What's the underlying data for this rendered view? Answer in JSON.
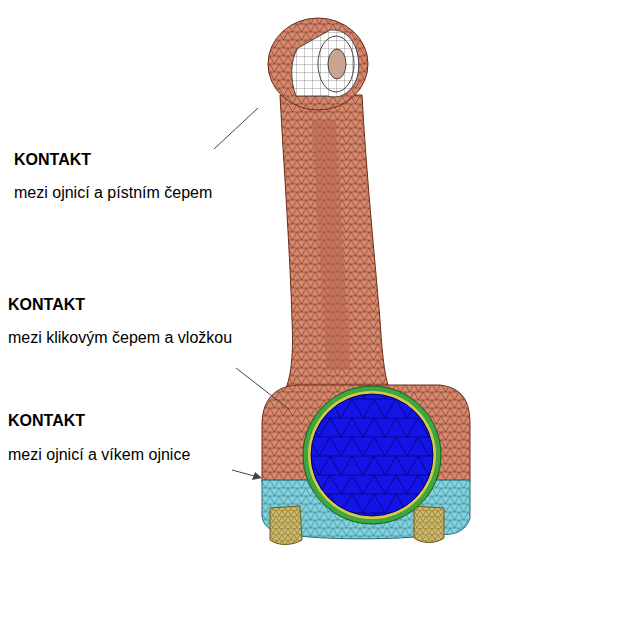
{
  "diagram": {
    "labels": [
      "KONTAKT",
      "mezi ojnicí a pístním čepem",
      "KONTAKT",
      "mezi klikovým čepem a vložkou",
      "KONTAKT",
      "mezi ojnicí a víkem ojnice"
    ]
  }
}
